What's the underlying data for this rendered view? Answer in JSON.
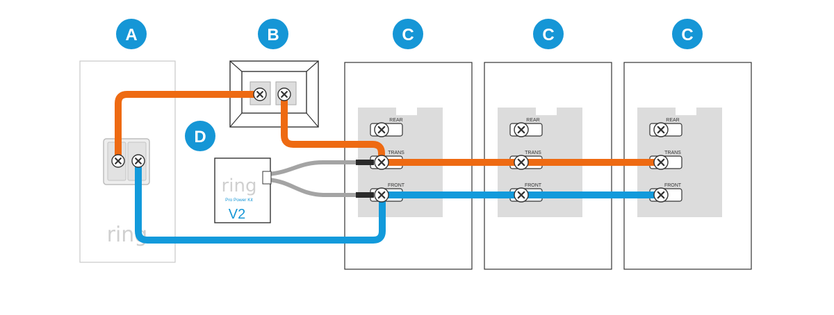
{
  "colors": {
    "badge": "#1596d6",
    "orange_wire": "#ee6a12",
    "blue_wire": "#129adb",
    "gray_wire": "#a4a4a4",
    "plate_gray": "#dcdcdc",
    "outline": "#333333"
  },
  "labels": {
    "a": "A",
    "b": "B",
    "c1": "C",
    "c2": "C",
    "c3": "C",
    "d": "D"
  },
  "doorbell": {
    "logo": "ring"
  },
  "transformer": {
    "icon": "transformer-icon"
  },
  "power_kit": {
    "logo": "ring",
    "name": "Pro Power Kit",
    "version": "V2"
  },
  "chimes": [
    {
      "rear": "REAR",
      "trans": "TRANS",
      "front": "FRONT"
    },
    {
      "rear": "REAR",
      "trans": "TRANS",
      "front": "FRONT"
    },
    {
      "rear": "REAR",
      "trans": "TRANS",
      "front": "FRONT"
    }
  ]
}
